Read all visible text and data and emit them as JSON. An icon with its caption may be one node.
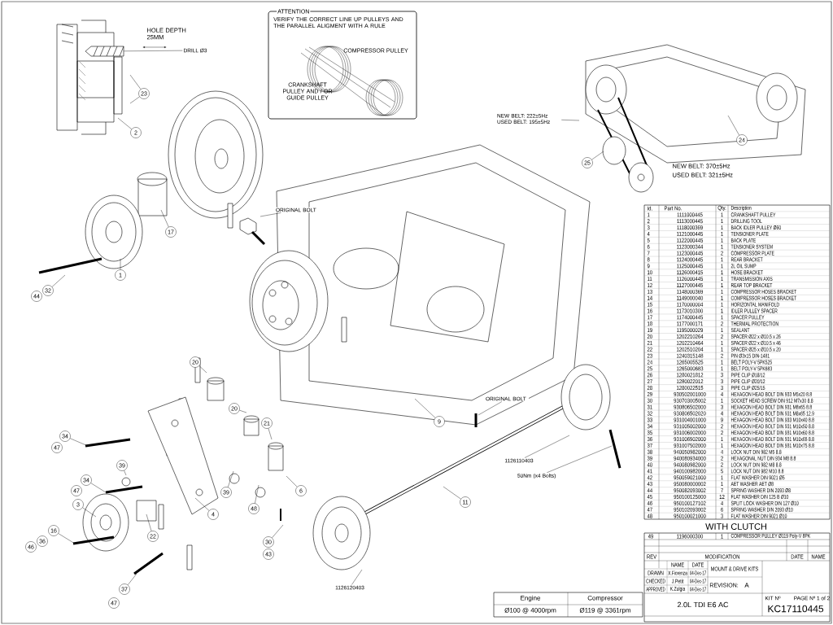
{
  "diagram": {
    "nodes": [
      {
        "text": [
          "ATTENTION",
          "VERIFY THE CORRECT LINE UP PULLEYS AND THE PARALLEL ALIGMENT WITH A RULE"
        ]
      },
      {
        "text": [
          "DRILL Ø3"
        ]
      },
      {
        "text": [
          "23"
        ]
      },
      {
        "text": [
          "2"
        ]
      },
      {
        "text": [
          "17"
        ]
      },
      {
        "text": [
          "ORIGINAL BOLT"
        ]
      },
      {
        "text": [
          "1"
        ]
      },
      {
        "text": [
          "32"
        ]
      },
      {
        "text": [
          "44"
        ]
      },
      {
        "text": [
          "NEW BELT: 222±5Hz",
          "USED BELT: 195±5Hz"
        ]
      },
      {
        "text": [
          "25"
        ]
      },
      {
        "text": [
          "24"
        ]
      },
      {
        "text": [
          "20"
        ]
      },
      {
        "text": [
          "20"
        ]
      },
      {
        "text": [
          "21"
        ]
      },
      {
        "text": [
          "9"
        ]
      },
      {
        "text": [
          "ORIGINAL BOLT"
        ]
      },
      {
        "text": [
          "1126110403"
        ]
      },
      {
        "text": [
          "50Nm (x4 Bolts)"
        ]
      },
      {
        "text": [
          "11"
        ]
      },
      {
        "text": [
          "34"
        ]
      },
      {
        "text": [
          "47"
        ]
      },
      {
        "text": [
          "39"
        ]
      },
      {
        "text": [
          "34"
        ]
      },
      {
        "text": [
          "47"
        ]
      },
      {
        "text": [
          "6"
        ]
      },
      {
        "text": [
          "39"
        ]
      },
      {
        "text": [
          "48"
        ]
      },
      {
        "text": [
          "3"
        ]
      },
      {
        "text": [
          "4"
        ]
      },
      {
        "text": [
          "16"
        ]
      },
      {
        "text": [
          "36"
        ]
      },
      {
        "text": [
          "46"
        ]
      },
      {
        "text": [
          "22"
        ]
      },
      {
        "text": [
          "30"
        ]
      },
      {
        "text": [
          "43"
        ]
      },
      {
        "text": [
          "1126120403"
        ]
      },
      {
        "text": [
          "37"
        ]
      },
      {
        "text": [
          "47"
        ]
      },
      {
        "text": [],
        "shape": "picture"
      }
    ],
    "edges": [
      {
        "from": 1,
        "to": 39,
        "arrow": "none"
      },
      {
        "from": 2,
        "to": null,
        "arrow": "none"
      },
      {
        "from": 2,
        "to": null,
        "arrow": "none"
      },
      {
        "from": 3,
        "to": null,
        "arrow": "none"
      },
      {
        "from": 4,
        "to": null,
        "arrow": "none"
      },
      {
        "from": 5,
        "to": null,
        "arrow": "none"
      },
      {
        "from": 6,
        "to": null,
        "arrow": "none"
      },
      {
        "from": 7,
        "to": null,
        "arrow": "none"
      },
      {
        "from": 9,
        "to": null,
        "arrow": "none"
      },
      {
        "from": 10,
        "to": null,
        "arrow": "none"
      },
      {
        "from": 11,
        "to": null,
        "arrow": "none"
      },
      {
        "from": 12,
        "to": null,
        "arrow": "none"
      },
      {
        "from": 13,
        "to": null,
        "arrow": "none"
      },
      {
        "from": 14,
        "to": null,
        "arrow": "none"
      },
      {
        "from": 15,
        "to": null,
        "arrow": "none"
      },
      {
        "from": 16,
        "to": null,
        "arrow": "none"
      },
      {
        "from": 17,
        "to": null,
        "arrow": "none"
      },
      {
        "from": 18,
        "to": null,
        "arrow": "none"
      },
      {
        "from": 19,
        "to": null,
        "arrow": "none"
      },
      {
        "from": 20,
        "to": null,
        "arrow": "none"
      },
      {
        "from": 22,
        "to": null,
        "arrow": "none"
      },
      {
        "from": 23,
        "to": null,
        "arrow": "none"
      },
      {
        "from": 25,
        "to": null,
        "arrow": "none"
      },
      {
        "from": 26,
        "to": null,
        "arrow": "none"
      },
      {
        "from": 27,
        "to": null,
        "arrow": "none"
      },
      {
        "from": 28,
        "to": null,
        "arrow": "none"
      },
      {
        "from": 29,
        "to": null,
        "arrow": "none"
      },
      {
        "from": 30,
        "to": null,
        "arrow": "none"
      },
      {
        "from": 33,
        "to": null,
        "arrow": "none"
      },
      {
        "from": 34,
        "to": null,
        "arrow": "none"
      },
      {
        "from": 36,
        "to": null,
        "arrow": "none"
      },
      {
        "from": 37,
        "to": null,
        "arrow": "none"
      }
    ],
    "labels": [
      "HOLE DEPTH 25MM",
      "COMPRESSOR PULLEY",
      "CRANKSHAFT PULLEY AND / OR GUIDE PULLEY",
      "NEW BELT: 370±5Hz",
      "USED BELT: 321±5Hz",
      "Id.",
      "Part No.",
      "Qty.",
      "Description",
      "1",
      "1111000445",
      "1",
      "CRANKSHAFT PULLEY",
      "2",
      "1113000445",
      "1",
      "DRILLING TOOL",
      "3",
      "1118000369",
      "1",
      "BACK IDLER PULLEY Ø60",
      "4",
      "1121000445",
      "1",
      "TENSIONER PLATE",
      "5",
      "1122000445",
      "1",
      "BACK PLATE",
      "6",
      "1123000344",
      "1",
      "TENSIONER SYSTEM",
      "7",
      "1123000445",
      "2",
      "COMPRESSOR PLATE",
      "8",
      "1124000445",
      "1",
      "REAR BRACKET",
      "9",
      "1125000445",
      "1",
      "2L OIL SUMP",
      "10",
      "1126000415",
      "1",
      "HOSE BRACKET",
      "11",
      "1126000445",
      "1",
      "TRANSMISSION AXIS",
      "12",
      "1127000445",
      "1",
      "REAR TOP BRACKET",
      "13",
      "1148000369",
      "1",
      "COMPRESSOR HOSES BRACKET",
      "14",
      "1149000040",
      "1",
      "COMPRESSOR HOSES BRACKET",
      "15",
      "1170000004",
      "1",
      "HORIZONTAL MANIFOLD",
      "16",
      "1173010300",
      "1",
      "IDLER PULLEY SPACER",
      "17",
      "1174000445",
      "1",
      "SPACER PULLEY",
      "18",
      "1177000171",
      "2",
      "THERMAL PROTECTION",
      "19",
      "1195000029",
      "1",
      "SEALANT",
      "20",
      "1202210264",
      "2",
      "SPACER Ø22 x Ø10.5 x 26",
      "21",
      "1202210464",
      "1",
      "SPACER Ø22 x Ø10.5 x 46",
      "22",
      "1202510204",
      "1",
      "SPACER Ø25 x Ø10.5 x 20",
      "23",
      "1240315148",
      "2",
      "PIN Ø3x15 DIN-1481",
      "24",
      "1265005525",
      "1",
      "BELT POLY-V 5PK525",
      "25",
      "1265000683",
      "1",
      "BELT POLY-V 5PK683",
      "26",
      "1280021812",
      "3",
      "PIPE CLIP Ø18/12",
      "27",
      "1280022012",
      "3",
      "PIPE CLIP Ø20/12",
      "28",
      "1280022515",
      "3",
      "PIPE CLIP Ø25/15",
      "29",
      "930502001000",
      "4",
      "HEXAGON HEAD BOLT DIN 933 M5x20 8.8",
      "30",
      "930703005002",
      "1",
      "SOCKET HEAD SCREW DIN 912 M7x30 8.8",
      "31",
      "930806502000",
      "3",
      "HEXAGON HEAD BOLT DIN 931 M8x65 8.8",
      "32",
      "930806502020",
      "4",
      "HEXAGON HEAD BOLT DIN 931 M8x65 12.9",
      "33",
      "931004001000",
      "9",
      "HEXAGON HEAD BOLT DIN 933 M10x40 8.8",
      "34",
      "931005002000",
      "2",
      "HEXAGON HEAD BOLT DIN 931 M10x50 8.8",
      "35",
      "931006002000",
      "2",
      "HEXAGON HEAD BOLT DIN 931 M10x60 8.8",
      "36",
      "931006502000",
      "1",
      "HEXAGON HEAD BOLT DIN 931 M10x65 8.8",
      "37",
      "931007502000",
      "1",
      "HEXAGON HEAD BOLT DIN 931 M10x75 8.8",
      "38",
      "940050982000",
      "4",
      "LOCK NUT DIN 982 M5 8.8",
      "39",
      "940080934000",
      "2",
      "HEXAGONAL NUT DIN 934 M8 8.8",
      "40",
      "940080982000",
      "2",
      "LOCK NUT DIN 982 M8 8.8",
      "41",
      "940100982000",
      "5",
      "LOCK NUT DIN 982 M10 8.8",
      "42",
      "950059021000",
      "1",
      "FLAT WASHER DIN 9021 Ø5",
      "43",
      "950080000002",
      "1",
      "AET WASHER AET Ø8",
      "44",
      "950082093002",
      "7",
      "SPRING WASHER DIN 2093 Ø8",
      "45",
      "950100125000",
      "12",
      "FLAT WASHER DIN 125 B Ø10",
      "46",
      "950100127102",
      "4",
      "SPLIT LOCK WASHER DIN 127 Ø10",
      "47",
      "950102093002",
      "6",
      "SPRING WASHER DIN 2093 Ø10",
      "48",
      "950100021000",
      "3",
      "FLAT WASHER DIN 9021 Ø10",
      "WITH CLUTCH",
      "49",
      "1196000300",
      "1",
      "COMPRESSOR PULLEY Ø119 Poly-V 8PK",
      "REV",
      "MODIFICATION",
      "DATE",
      "NAME",
      "NAME",
      "DATE",
      "DRAWN",
      "X.Fiorenza",
      "04-Dec-17",
      "CHECKED",
      "J.Petit",
      "04-Dec-17",
      "APPROVED",
      "K.Zulgia",
      "04-Dec-17",
      "MOUNT & DRIVE KITS",
      "REVISION:",
      "A",
      "2.0L TDI E6 AC",
      "KIT Nº",
      "PAGE Nº 1 of 2",
      "KC17110445",
      "Engine",
      "Compressor",
      "Ø100 @ 4000rpm",
      "Ø119 @ 3361rpm"
    ]
  }
}
